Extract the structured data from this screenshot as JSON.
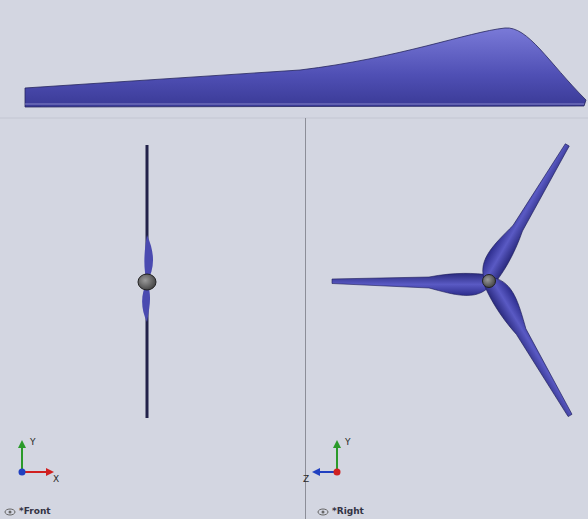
{
  "diagram": {
    "labels": [
      "Y",
      "X",
      "*Front",
      "Y",
      "Z",
      "*Right"
    ]
  }
}
